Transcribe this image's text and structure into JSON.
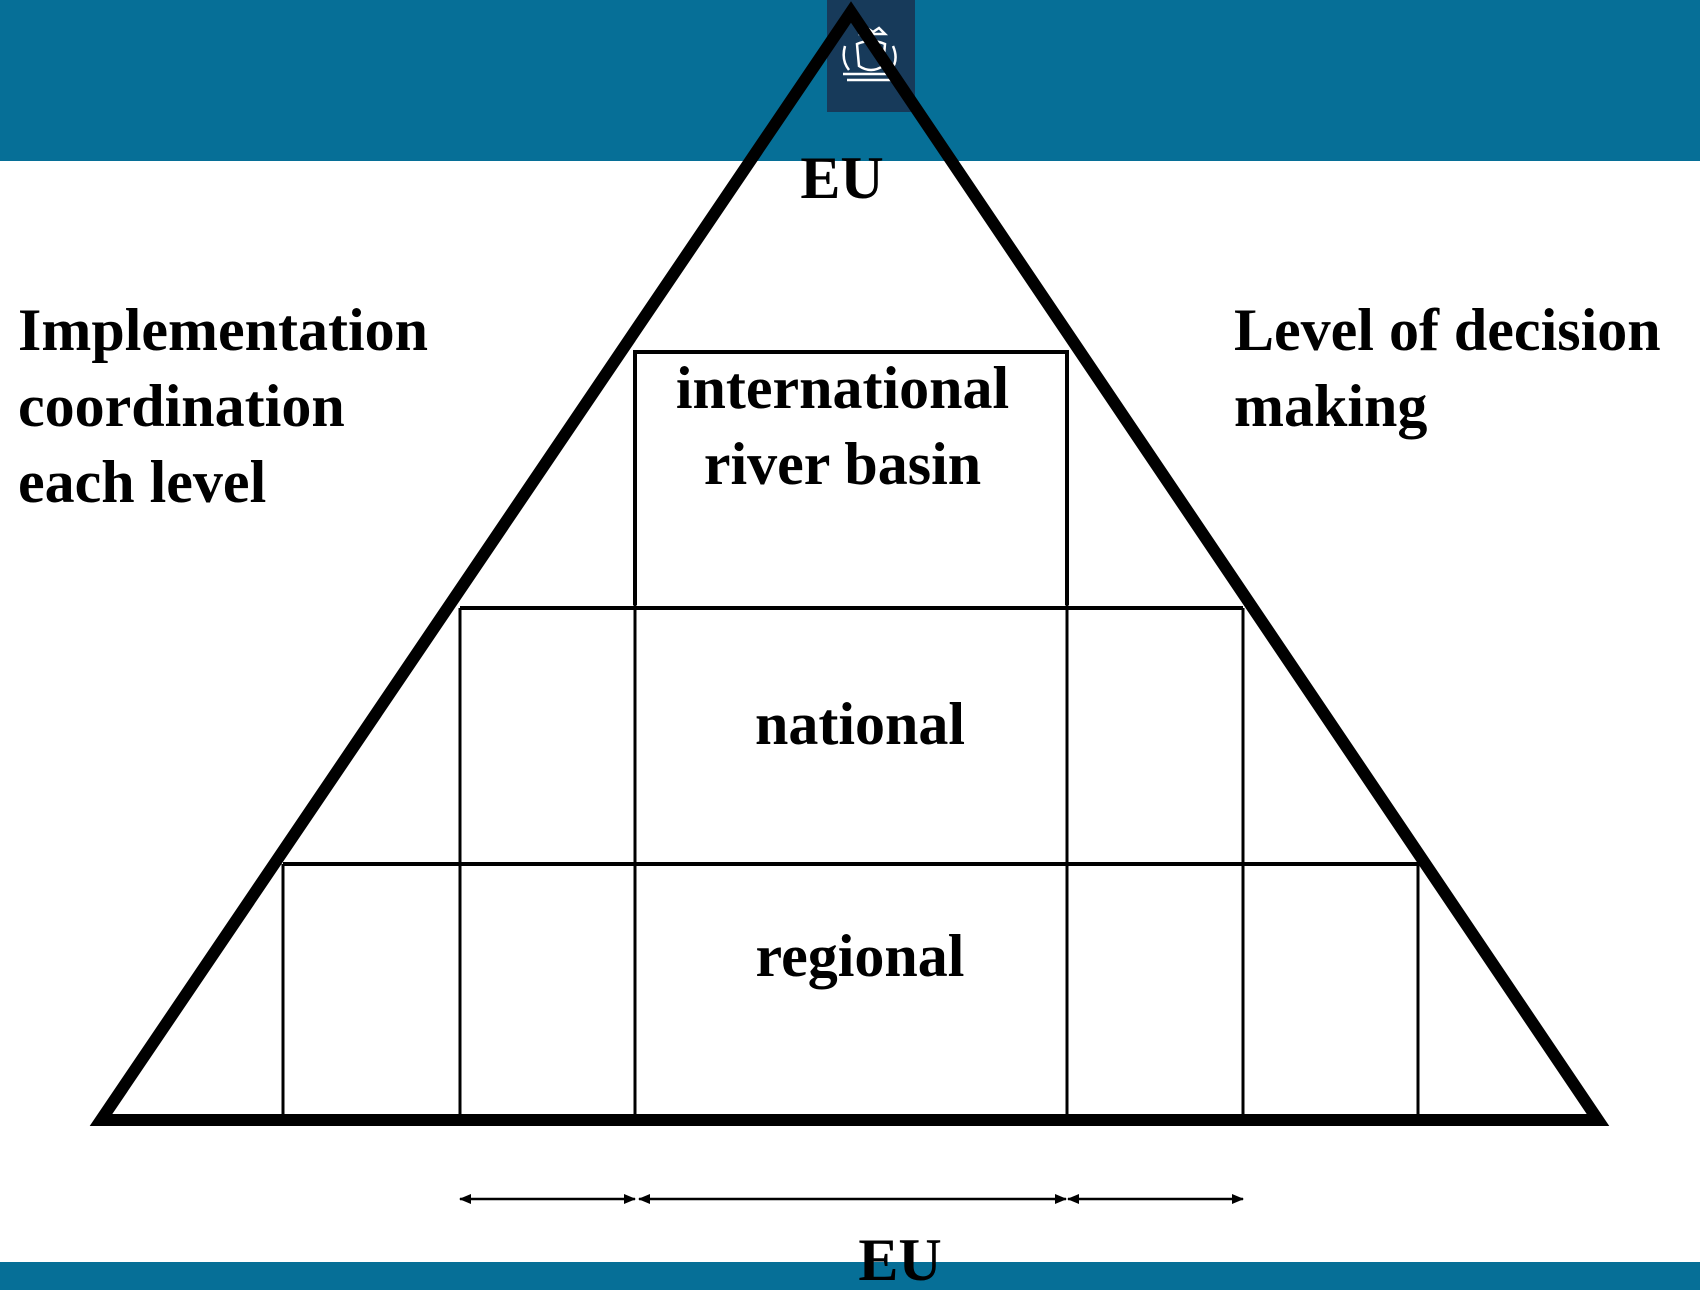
{
  "colors": {
    "banner": "#066f97",
    "logo_bg": "#173a5a",
    "line": "#000000"
  },
  "logo": {
    "icon": "coat-of-arms-icon"
  },
  "labels": {
    "eu_top": "EU",
    "international": [
      "international",
      "river basin"
    ],
    "national": "national",
    "regional": "regional",
    "left_note": [
      "Implementation",
      "coordination",
      "each level"
    ],
    "right_note": [
      "Level of decision",
      "making"
    ],
    "eu_bottom": "EU"
  }
}
